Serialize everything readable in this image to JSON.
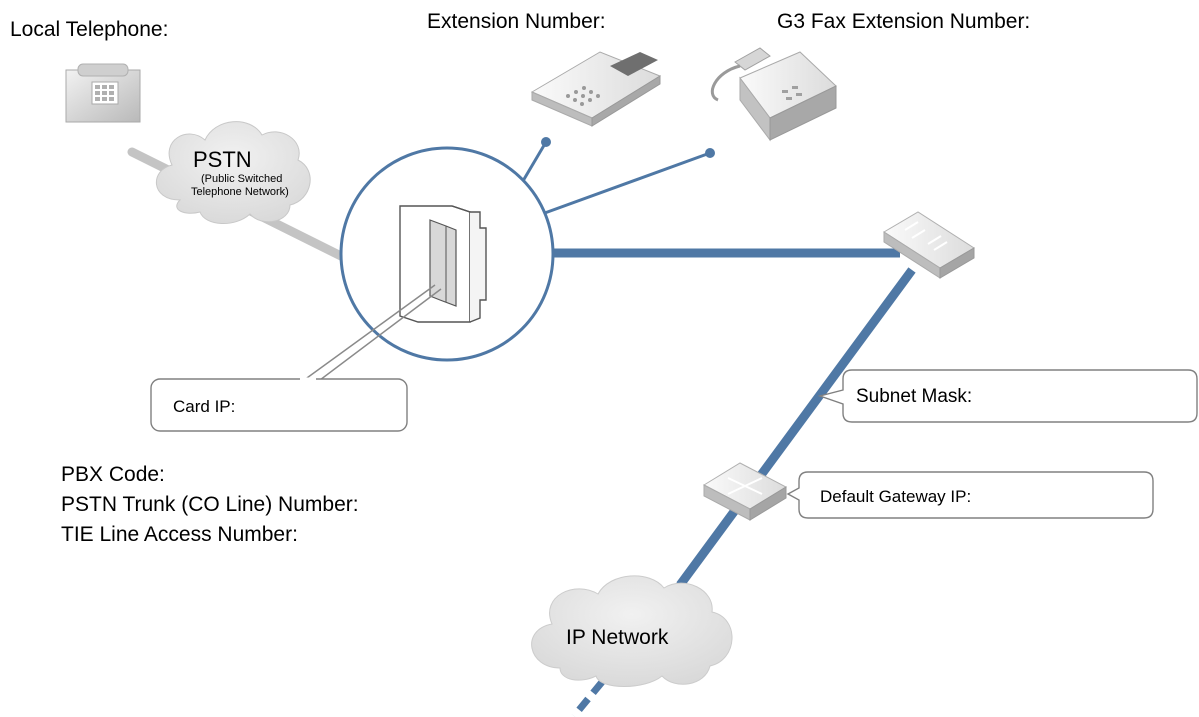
{
  "labels": {
    "local_telephone": "Local Telephone:",
    "extension_number": "Extension Number:",
    "g3_fax_extension_number": "G3 Fax Extension Number:",
    "pstn_title": "PSTN",
    "pstn_subtitle_1": "(Public Switched",
    "pstn_subtitle_2": "Telephone Network)",
    "card_ip": "Card IP:",
    "subnet_mask": "Subnet Mask:",
    "default_gateway_ip": "Default Gateway IP:",
    "ip_network": "IP Network"
  },
  "pbx_info": [
    "PBX Code:",
    "PSTN Trunk (CO Line) Number:",
    "TIE Line Access Number:"
  ],
  "colors": {
    "network_line": "#4f78a5",
    "pstn_line": "#c4c4c4",
    "cloud_fill": "#e4e4e4",
    "device_gray": "#d0d0d0",
    "callout_border": "#808080"
  },
  "icons": [
    "telephone-icon",
    "pbx-card-icon",
    "switch-icon",
    "router-icon",
    "fax-icon",
    "cloud-icon"
  ]
}
